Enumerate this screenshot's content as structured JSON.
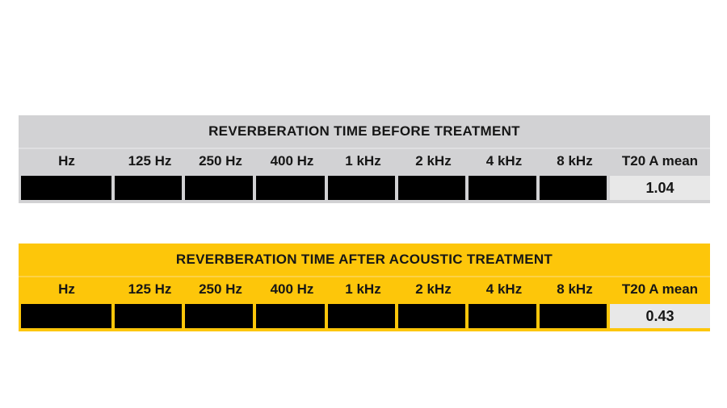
{
  "page": {
    "background_color": "#ffffff",
    "text_color": "#161616"
  },
  "tables": [
    {
      "title": "REVERBERATION TIME BEFORE TREATMENT",
      "theme": "gray",
      "theme_color": "#d2d2d4",
      "title_separator_color": "#dfdfe1",
      "data_cell_color": "#000000",
      "mean_cell_color": "#e8e8e8",
      "columns": [
        "Hz",
        "125 Hz",
        "250 Hz",
        "400 Hz",
        "1 kHz",
        "2 kHz",
        "4 kHz",
        "8 kHz",
        "T20 A mean"
      ],
      "data_row": [
        "",
        "",
        "",
        "",
        "",
        "",
        "",
        "",
        "1.04"
      ],
      "mean_value": "1.04"
    },
    {
      "title": "REVERBERATION TIME AFTER ACOUSTIC TREATMENT",
      "theme": "yellow",
      "theme_color": "#fdc60a",
      "title_separator_color": "#fdd247",
      "data_cell_color": "#000000",
      "mean_cell_color": "#e8e8e8",
      "columns": [
        "Hz",
        "125 Hz",
        "250 Hz",
        "400 Hz",
        "1 kHz",
        "2 kHz",
        "4 kHz",
        "8 kHz",
        "T20 A mean"
      ],
      "data_row": [
        "",
        "",
        "",
        "",
        "",
        "",
        "",
        "",
        "0.43"
      ],
      "mean_value": "0.43"
    }
  ]
}
